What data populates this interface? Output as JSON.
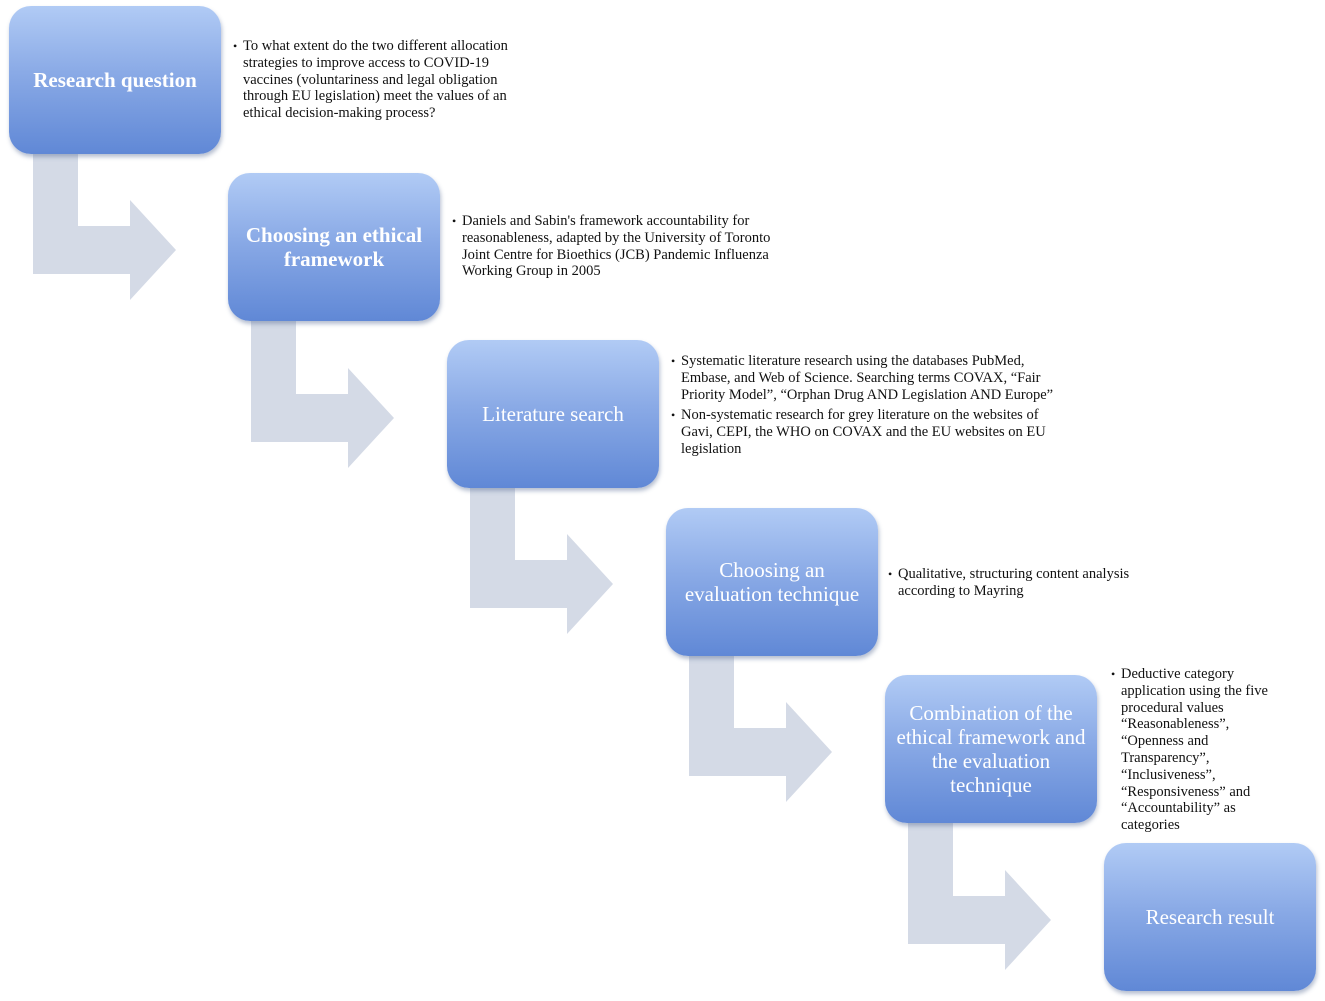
{
  "steps": [
    {
      "title": "Research question",
      "bullets": [
        "To what extent do the two different allocation strategies to improve access to COVID-19 vaccines (voluntariness and legal obligation through EU legislation) meet the values of an ethical decision-making process?"
      ]
    },
    {
      "title": "Choosing an ethical framework",
      "bullets": [
        "Daniels and Sabin's framework accountability for reasonableness, adapted by the University of Toronto Joint Centre for Bioethics (JCB) Pandemic Influenza Working Group in 2005"
      ]
    },
    {
      "title": "Literature search",
      "bullets": [
        "Systematic literature research using the databases PubMed, Embase, and Web of Science. Searching terms COVAX, “Fair Priority Model”, “Orphan Drug AND Legislation AND Europe”",
        "Non-systematic research for grey literature on the websites of Gavi, CEPI, the WHO on COVAX and the EU websites on EU legislation"
      ]
    },
    {
      "title": "Choosing an evaluation technique",
      "bullets": [
        "Qualitative, structuring content analysis according to Mayring"
      ]
    },
    {
      "title": "Combination of the ethical framework and the evaluation technique",
      "bullets": [
        "Deductive category application using the five procedural values “Reasonableness”, “Openness and Transparency”, “Inclusiveness”, “Responsiveness” and “Accountability” as categories"
      ]
    },
    {
      "title": "Research result",
      "bullets": []
    }
  ],
  "colors": {
    "box_top": "#b1cbf5",
    "box_bottom": "#6088d6",
    "arrow_fill": "#d4dae6",
    "text": "#111111"
  }
}
